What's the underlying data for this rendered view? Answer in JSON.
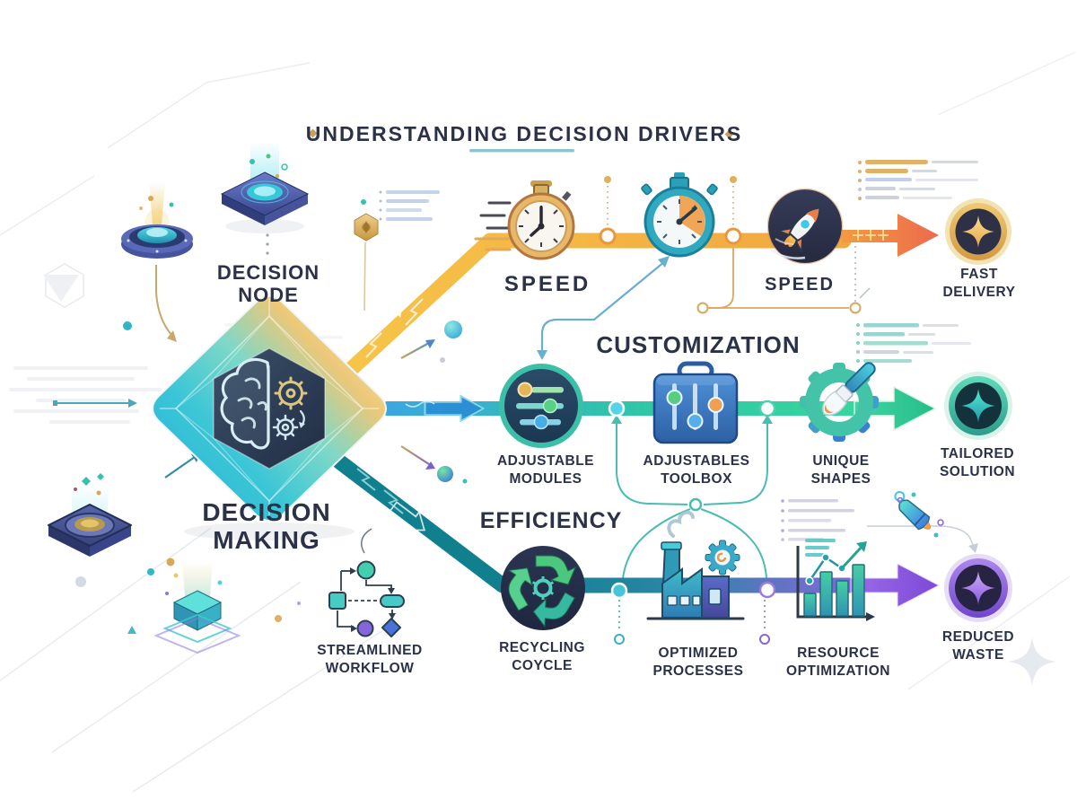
{
  "title": "UNDERSTANDING DECISION DRIVERS",
  "decision": {
    "node": [
      "DECISION",
      "NODE"
    ],
    "making": [
      "DECISION",
      "MAKING"
    ]
  },
  "speed": {
    "heading": "SPEED",
    "mid_label": "SPEED",
    "end": [
      "FAST",
      "DELIVERY"
    ]
  },
  "customization": {
    "heading": "CUSTOMIZATION",
    "items": [
      [
        "ADJUSTABLE",
        "MODULES"
      ],
      [
        "ADJUSTABLES",
        "TOOLBOX"
      ],
      [
        "UNIQUE",
        "SHAPES"
      ]
    ],
    "end": [
      "TAILORED",
      "SOLUTION"
    ]
  },
  "efficiency": {
    "heading": "EFFICIENCY",
    "side_item": [
      "STREAMLINED",
      "WORKFLOW"
    ],
    "items": [
      [
        "RECYCLING",
        "COYCLE"
      ],
      [
        "OPTIMIZED",
        "PROCESSES"
      ],
      [
        "RESOURCE",
        "OPTIMIZATION"
      ]
    ],
    "end": [
      "REDUCED",
      "WASTE"
    ]
  },
  "colors": {
    "speed_gold": "#F2B23F",
    "speed_arrow_orange": "#EC6E4D",
    "customization_blue": "#3AA7E0",
    "customization_teal": "#2FC7A4",
    "efficiency_teal": "#10808F",
    "efficiency_purple": "#8F62DE",
    "accent_gold": "#D9A64F",
    "navy_text": "#2B3247",
    "diamond_cyan": "#29B6D8",
    "diamond_gold": "#F0CB7E"
  },
  "icons": [
    "brain-gears-icon",
    "stopwatch-speed-icon",
    "stopwatch-timer-icon",
    "rocket-icon",
    "spark-coin-gold-icon",
    "sliders-icon",
    "toolbox-icon",
    "gear-paintbrush-icon",
    "spark-coin-teal-icon",
    "recycle-icon",
    "factory-icon",
    "bar-chart-icon",
    "spark-coin-purple-icon",
    "flowchart-icon",
    "platform-icon",
    "hologram-cube-icon"
  ]
}
